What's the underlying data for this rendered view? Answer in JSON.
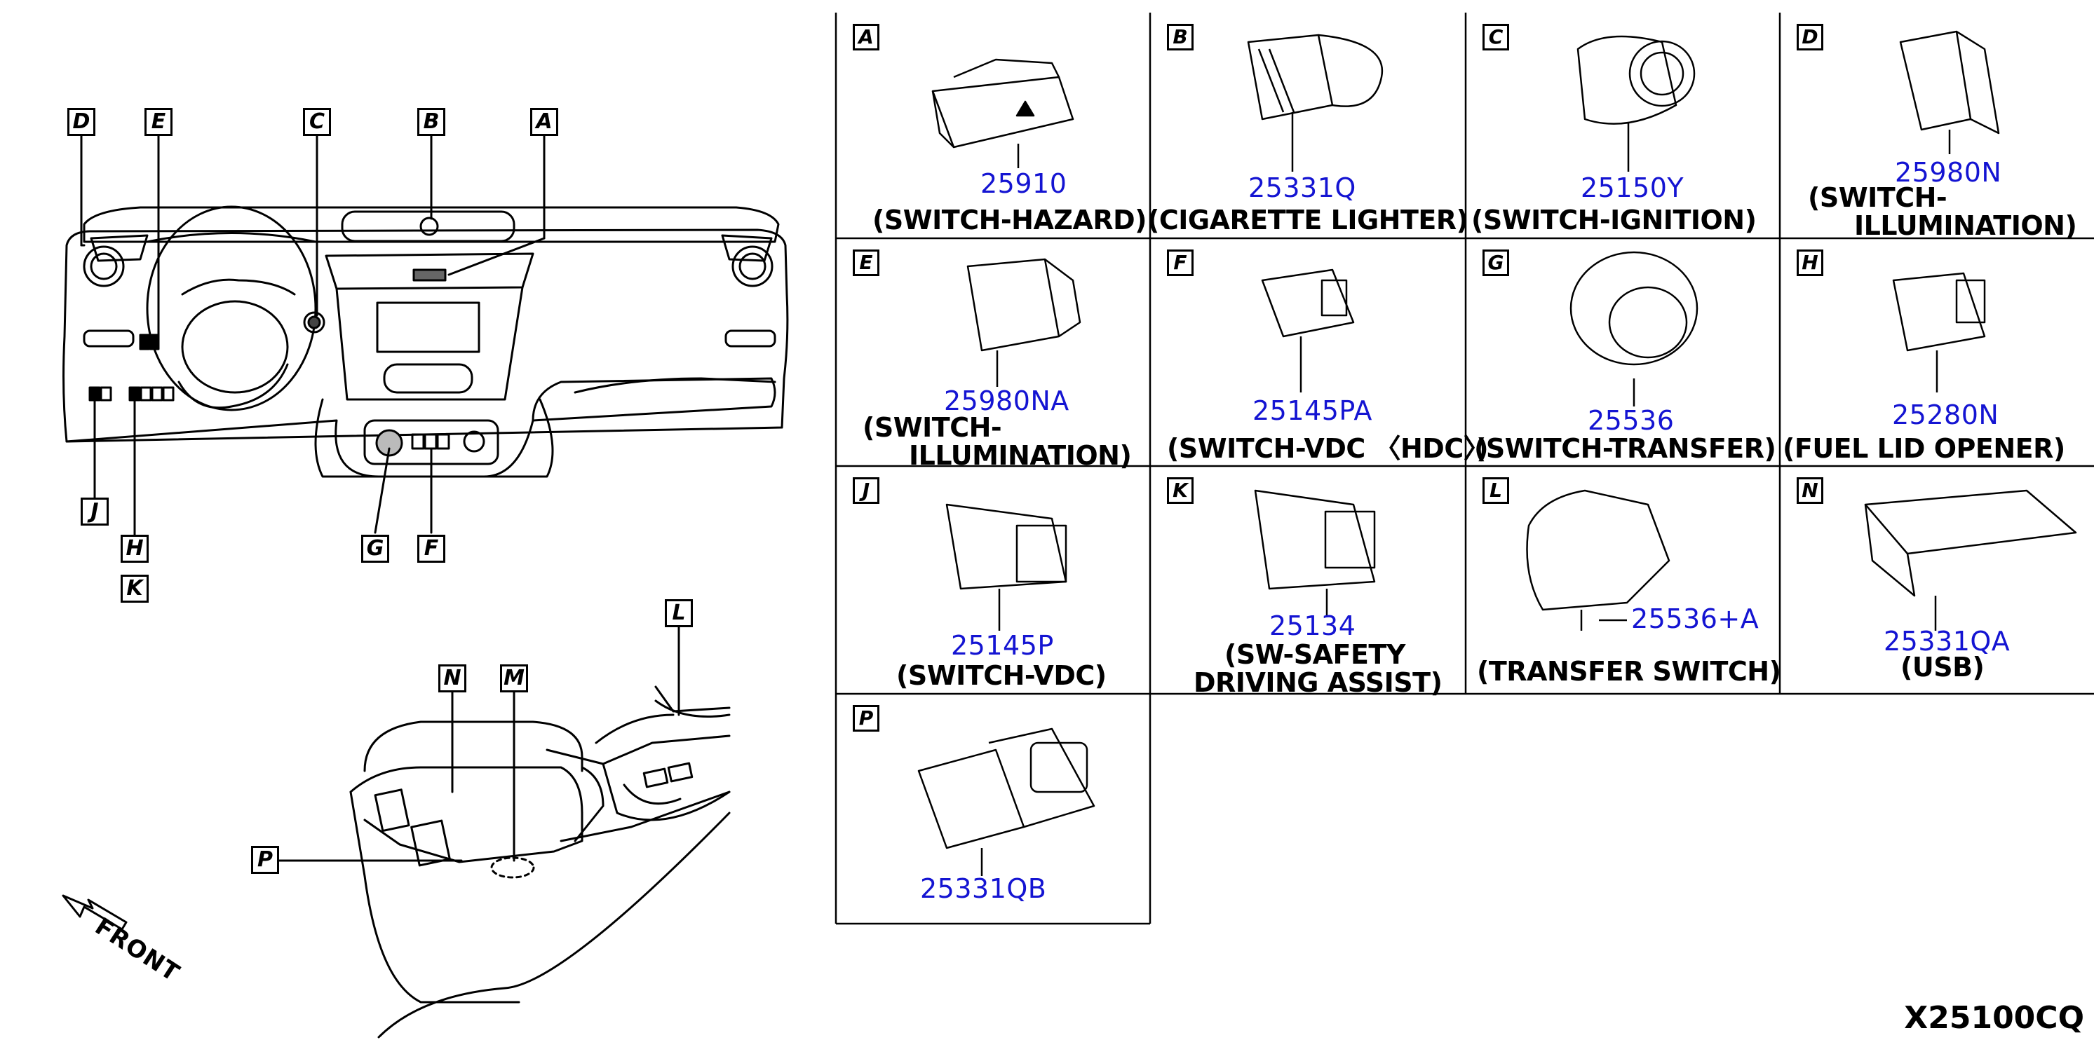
{
  "callouts_left": {
    "D": "D",
    "E": "E",
    "C": "C",
    "B": "B",
    "A": "A",
    "J": "J",
    "H": "H",
    "K": "K",
    "G": "G",
    "F": "F",
    "L": "L",
    "N": "N",
    "M": "M",
    "P": "P"
  },
  "front_label": "FRONT",
  "diagram_code": "X25100CQ",
  "parts": [
    {
      "letter": "A",
      "number": "25910",
      "name": [
        "(SWITCH-HAZARD)"
      ]
    },
    {
      "letter": "B",
      "number": "25331Q",
      "name": [
        "(CIGARETTE LIGHTER)"
      ]
    },
    {
      "letter": "C",
      "number": "25150Y",
      "name": [
        "(SWITCH-IGNITION)"
      ]
    },
    {
      "letter": "D",
      "number": "25980N",
      "name": [
        "(SWITCH-",
        "ILLUMINATION)"
      ]
    },
    {
      "letter": "E",
      "number": "25980NA",
      "name": [
        "(SWITCH-",
        "ILLUMINATION)"
      ]
    },
    {
      "letter": "F",
      "number": "25145PA",
      "name": [
        "(SWITCH-VDC 〈HDC〉)"
      ]
    },
    {
      "letter": "G",
      "number": "25536",
      "name": [
        "(SWITCH-TRANSFER)"
      ]
    },
    {
      "letter": "H",
      "number": "25280N",
      "name": [
        "(FUEL LID OPENER)"
      ]
    },
    {
      "letter": "J",
      "number": "25145P",
      "name": [
        "(SWITCH-VDC)"
      ]
    },
    {
      "letter": "K",
      "number": "25134",
      "name": [
        "(SW-SAFETY",
        "DRIVING ASSIST)"
      ]
    },
    {
      "letter": "L",
      "number": "25536+A",
      "name": [
        "(TRANSFER SWITCH)"
      ]
    },
    {
      "letter": "N",
      "number": "25331QA",
      "name": [
        "(USB)"
      ]
    },
    {
      "letter": "P",
      "number": "25331QB",
      "name": []
    }
  ]
}
